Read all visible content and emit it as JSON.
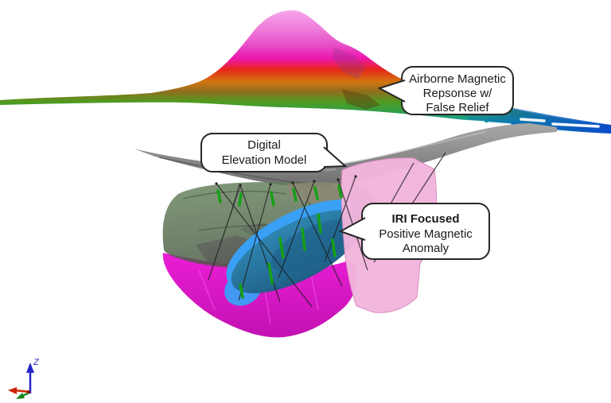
{
  "figure": {
    "background": "#ffffff",
    "callouts": {
      "airborne": {
        "lines": [
          "Airborne Magnetic",
          "Repsonse w/",
          "False Relief"
        ]
      },
      "dem": {
        "lines": [
          "Digital",
          "Elevation Model"
        ]
      },
      "anomaly": {
        "title": "IRI Focused",
        "lines": [
          "Positive Magnetic",
          "Anomaly"
        ]
      }
    },
    "axis_triad": {
      "z_label": "Z"
    },
    "colors": {
      "mag_pink": "#f6a6ea",
      "mag_orchid": "#ee7ad8",
      "mag_violet": "#e74fc9",
      "mag_magenta": "#ec16ae",
      "mag_red": "#e8261a",
      "mag_orange": "#d2750f",
      "mag_olive": "#8f6e1e",
      "mag_green": "#4d9c1f",
      "mag_seagreen": "#2f9e4e",
      "mag_teal": "#12a0a0",
      "mag_blue": "#0a4ec8",
      "dem_light": "#a8a8a8",
      "dem_dark": "#6f6f6f",
      "litho_green": "#67835c",
      "litho_green_dark": "#465741",
      "litho_tan": "#8d8772",
      "litho_purple": "#a055b0",
      "body_magenta": "#ea1ed6",
      "body_magenta_dark": "#c211b2",
      "body_pink": "#f2b5dc",
      "anomaly_rim": "#3aa0f5",
      "anomaly_fill": "#2e84ad",
      "drill_line": "#1c1c1c",
      "drill_interval": "#15a015",
      "axis_z": "#2424c8",
      "axis_x": "#cc2200",
      "axis_y": "#18881c",
      "callout_border": "#262626",
      "text": "#1a1a1a"
    }
  }
}
